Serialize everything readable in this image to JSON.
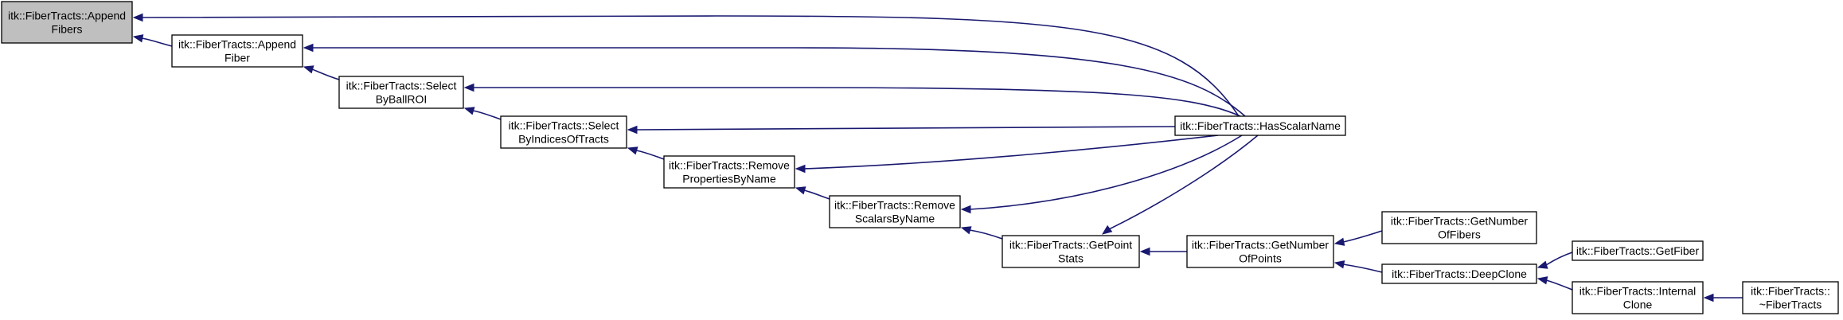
{
  "graph": {
    "nodes": [
      {
        "id": "append_fibers",
        "lines": [
          "itk::FiberTracts::Append",
          "Fibers"
        ],
        "highlight": true
      },
      {
        "id": "append_fiber",
        "lines": [
          "itk::FiberTracts::Append",
          "Fiber"
        ]
      },
      {
        "id": "select_ball",
        "lines": [
          "itk::FiberTracts::Select",
          "ByBallROI"
        ]
      },
      {
        "id": "select_indices",
        "lines": [
          "itk::FiberTracts::Select",
          "ByIndicesOfTracts"
        ]
      },
      {
        "id": "remove_props",
        "lines": [
          "itk::FiberTracts::Remove",
          "PropertiesByName"
        ]
      },
      {
        "id": "remove_scalars",
        "lines": [
          "itk::FiberTracts::Remove",
          "ScalarsByName"
        ]
      },
      {
        "id": "get_point_stats",
        "lines": [
          "itk::FiberTracts::GetPoint",
          "Stats"
        ]
      },
      {
        "id": "has_scalar",
        "lines": [
          "itk::FiberTracts::HasScalarName"
        ]
      },
      {
        "id": "get_num_points",
        "lines": [
          "itk::FiberTracts::GetNumber",
          "OfPoints"
        ]
      },
      {
        "id": "get_num_fibers",
        "lines": [
          "itk::FiberTracts::GetNumber",
          "OfFibers"
        ]
      },
      {
        "id": "deep_clone",
        "lines": [
          "itk::FiberTracts::DeepClone"
        ]
      },
      {
        "id": "get_fiber",
        "lines": [
          "itk::FiberTracts::GetFiber"
        ]
      },
      {
        "id": "internal_clone",
        "lines": [
          "itk::FiberTracts::Internal",
          "Clone"
        ]
      },
      {
        "id": "destructor",
        "lines": [
          "itk::FiberTracts::",
          "~FiberTracts"
        ]
      }
    ],
    "edges": [
      {
        "from": "has_scalar",
        "to": "append_fibers"
      },
      {
        "from": "append_fiber",
        "to": "append_fibers"
      },
      {
        "from": "has_scalar",
        "to": "append_fiber"
      },
      {
        "from": "select_ball",
        "to": "append_fiber"
      },
      {
        "from": "has_scalar",
        "to": "select_ball"
      },
      {
        "from": "select_indices",
        "to": "select_ball"
      },
      {
        "from": "has_scalar",
        "to": "select_indices"
      },
      {
        "from": "remove_props",
        "to": "select_indices"
      },
      {
        "from": "has_scalar",
        "to": "remove_props"
      },
      {
        "from": "remove_scalars",
        "to": "remove_props"
      },
      {
        "from": "has_scalar",
        "to": "remove_scalars"
      },
      {
        "from": "get_point_stats",
        "to": "remove_scalars"
      },
      {
        "from": "has_scalar",
        "to": "get_point_stats"
      },
      {
        "from": "get_num_points",
        "to": "get_point_stats"
      },
      {
        "from": "get_num_fibers",
        "to": "get_num_points"
      },
      {
        "from": "deep_clone",
        "to": "get_num_points"
      },
      {
        "from": "get_fiber",
        "to": "deep_clone"
      },
      {
        "from": "internal_clone",
        "to": "deep_clone"
      },
      {
        "from": "destructor",
        "to": "internal_clone"
      }
    ],
    "colors": {
      "edge": "#191970",
      "highlight_fill": "#bfbfbf",
      "node_fill": "#ffffff",
      "node_stroke": "#000000"
    }
  }
}
